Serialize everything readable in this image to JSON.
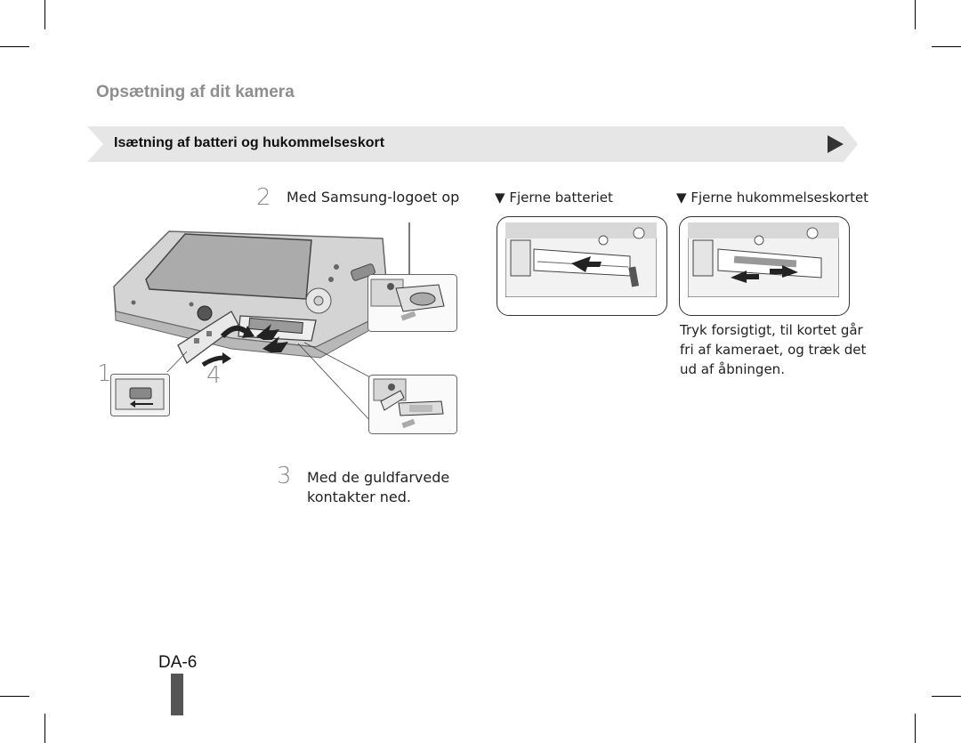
{
  "header": {
    "title": "Opsætning af dit kamera"
  },
  "section": {
    "label": "Isætning af batteri og hukommelseskort"
  },
  "steps": {
    "s1": {
      "num": "1"
    },
    "s2": {
      "num": "2",
      "text": "Med Samsung-logoet op"
    },
    "s3": {
      "num": "3",
      "line1": "Med de guldfarvede",
      "line2": "kontakter ned."
    },
    "s4": {
      "num": "4"
    }
  },
  "removal": {
    "battery": {
      "marker": "▼",
      "label": "Fjerne batteriet"
    },
    "card": {
      "marker": "▼",
      "label": "Fjerne hukommelseskortet"
    },
    "note_lines": [
      "Tryk forsigtigt, til kortet går",
      "fri af kameraet, og træk det",
      "ud af åbningen."
    ]
  },
  "footer": {
    "page": "DA-6"
  },
  "colors": {
    "title_gray": "#8e8e8e",
    "banner_bg": "#e6e6e6",
    "tab": "#555555"
  }
}
